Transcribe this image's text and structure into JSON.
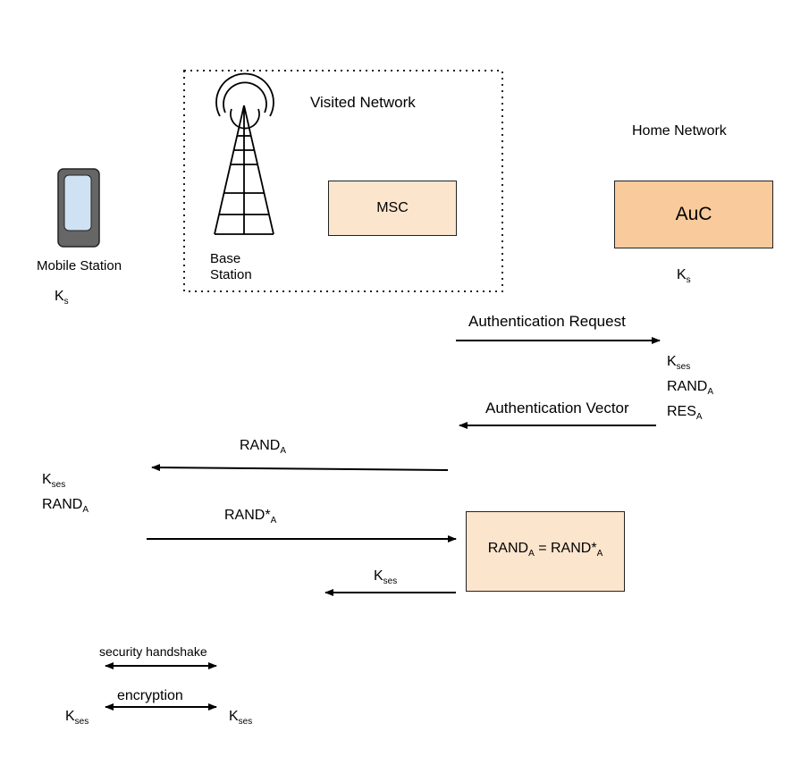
{
  "mobile": {
    "label": "Mobile Station",
    "key_main": "K",
    "key_sub": "s"
  },
  "visited": {
    "title": "Visited Network",
    "base_line1": "Base",
    "base_line2": "Station",
    "msc": "MSC"
  },
  "home": {
    "title": "Home Network",
    "auc": "AuC",
    "key_main": "K",
    "key_sub": "s"
  },
  "messages": {
    "auth_request": "Authentication Request",
    "auth_vector": "Authentication Vector",
    "rand_a_main": "RAND",
    "rand_a_sub": "A",
    "rand_star_main": "RAND*",
    "rand_star_sub": "A",
    "kses_main": "K",
    "kses_sub": "ses"
  },
  "vector_list": [
    {
      "main": "K",
      "sub": "ses"
    },
    {
      "main": "RAND",
      "sub": "A"
    },
    {
      "main": "RES",
      "sub": "A"
    }
  ],
  "ms_vals": [
    {
      "main": "K",
      "sub": "ses"
    },
    {
      "main": "RAND",
      "sub": "A"
    }
  ],
  "compare": {
    "lhs": "RAND",
    "lhs_sub": "A",
    "eq": " = ",
    "rhs": "RAND*",
    "rhs_sub": "A"
  },
  "bottom": {
    "handshake": "security handshake",
    "encryption": "encryption",
    "k_main": "K",
    "k_sub": "ses"
  },
  "colors": {
    "msc_fill": "#fce5cd",
    "auc_fill": "#f9cb9c",
    "compare_fill": "#fce5cd",
    "screen": "#cfe2f3",
    "phone": "#666666"
  }
}
